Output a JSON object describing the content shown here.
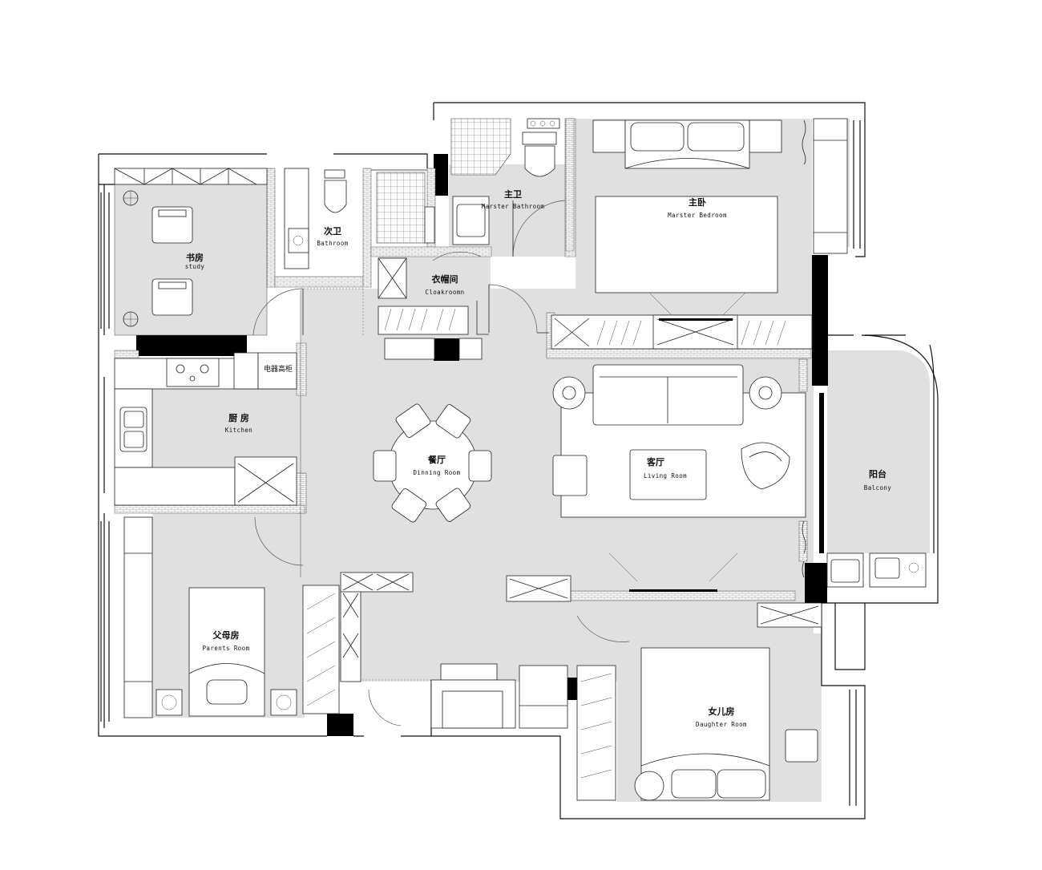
{
  "rooms": {
    "study": {
      "zh": "书房",
      "en": "study"
    },
    "second_bath": {
      "zh": "次卫",
      "en": "Bathroom"
    },
    "master_bath": {
      "zh": "主卫",
      "en": "Marster Bathroom"
    },
    "master_bedroom": {
      "zh": "主卧",
      "en": "Marster Bedroom"
    },
    "cloakroom": {
      "zh": "衣帽间",
      "en": "Cloakroomn"
    },
    "kitchen": {
      "zh": "厨 房",
      "en": "Kitchen"
    },
    "dining": {
      "zh": "餐厅",
      "en": "Dinning Room"
    },
    "living": {
      "zh": "客厅",
      "en": "Living Room"
    },
    "balcony": {
      "zh": "阳台",
      "en": "Balcony"
    },
    "parents": {
      "zh": "父母房",
      "en": "Parents Room"
    },
    "daughter": {
      "zh": "女儿房",
      "en": "Daughter Room"
    }
  },
  "labels": {
    "appliance_cabinet": "电器高柜"
  },
  "colors": {
    "floor": "#e0e0e0",
    "wall": "#000000",
    "line": "#222222"
  }
}
